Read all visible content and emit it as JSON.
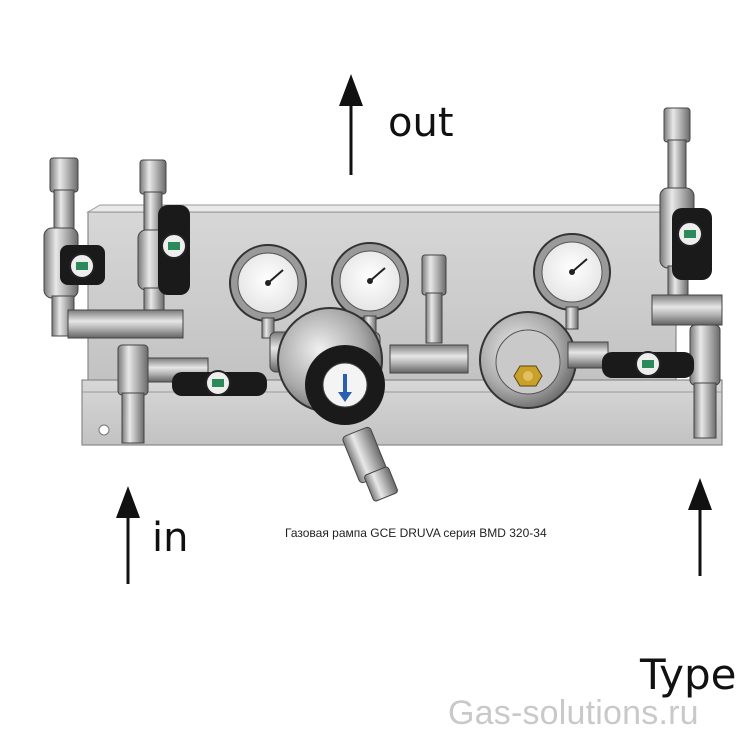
{
  "labels": {
    "out": "out",
    "in": "in",
    "type": "Type"
  },
  "caption": "Газовая рампа GCE DRUVA серия BMD 320-34",
  "watermark": "Gas-solutions.ru"
}
